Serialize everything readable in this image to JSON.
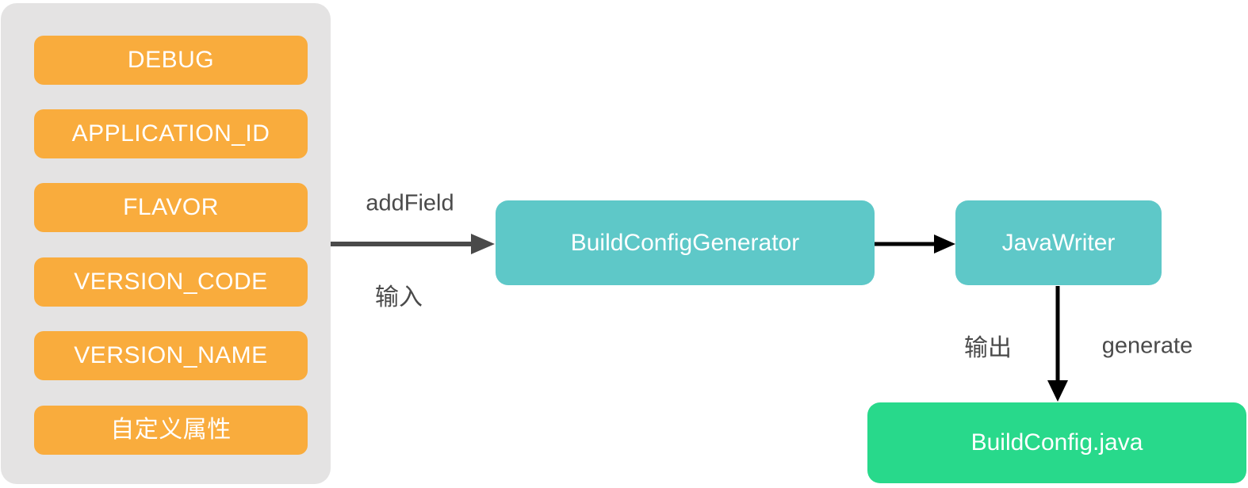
{
  "diagram": {
    "fields_panel": {
      "items": [
        "DEBUG",
        "APPLICATION_ID",
        "FLAVOR",
        "VERSION_CODE",
        "VERSION_NAME",
        "自定义属性"
      ]
    },
    "nodes": {
      "generator": "BuildConfigGenerator",
      "writer": "JavaWriter",
      "output_file": "BuildConfig.java"
    },
    "edge_labels": {
      "add_field": "addField",
      "input": "输入",
      "output": "输出",
      "generate": "generate"
    },
    "colors": {
      "panel_bg": "#E4E3E3",
      "field_chip_bg": "#F9AC3D",
      "process_node_bg": "#5EC8C8",
      "output_node_bg": "#28D98B",
      "edge_label_text": "#4A4A4A",
      "input_arrow": "#4A4A4A",
      "flow_arrow": "#000000",
      "node_text": "#FFFFFF"
    }
  }
}
